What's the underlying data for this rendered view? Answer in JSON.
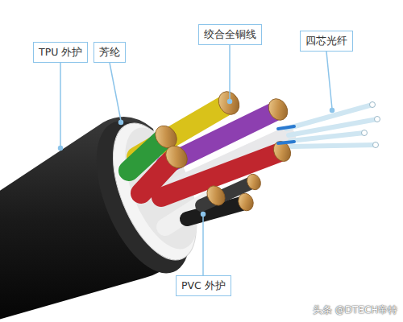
{
  "diagram": {
    "nodes": [
      {
        "text": [
          "TPU 外护"
        ]
      },
      {
        "text": [
          "芳纶"
        ]
      },
      {
        "text": [
          "绞合全铜线"
        ]
      },
      {
        "text": [
          "四芯光纤"
        ]
      },
      {
        "text": [
          "PVC 外护"
        ]
      }
    ],
    "labels": [
      "头条 @DTECH帝特"
    ]
  }
}
